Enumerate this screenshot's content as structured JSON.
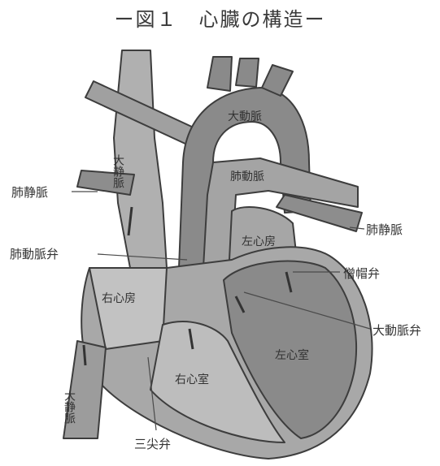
{
  "title": "ー図１　心臓の構造ー",
  "labels": {
    "pulmonary_vein_left": "肺静脈",
    "pulmonary_valve": "肺動脈弁",
    "pulmonary_vein_right": "肺静脈",
    "mitral_valve": "僧帽弁",
    "aortic_valve": "大動脈弁",
    "tricuspid_valve": "三尖弁",
    "aorta": "大動脈",
    "pulmonary_artery": "肺動脈",
    "superior_vena_cava": "大静脈",
    "inferior_vena_cava": "大静脈",
    "left_atrium": "左心房",
    "right_atrium": "右心房",
    "left_ventricle": "左心室",
    "right_ventricle": "右心室"
  },
  "colors": {
    "outline": "#3d3d3d",
    "dark_fill": "#8a8a8a",
    "mid_fill": "#a6a6a6",
    "light_fill": "#cfcfcf",
    "text": "#333333"
  }
}
